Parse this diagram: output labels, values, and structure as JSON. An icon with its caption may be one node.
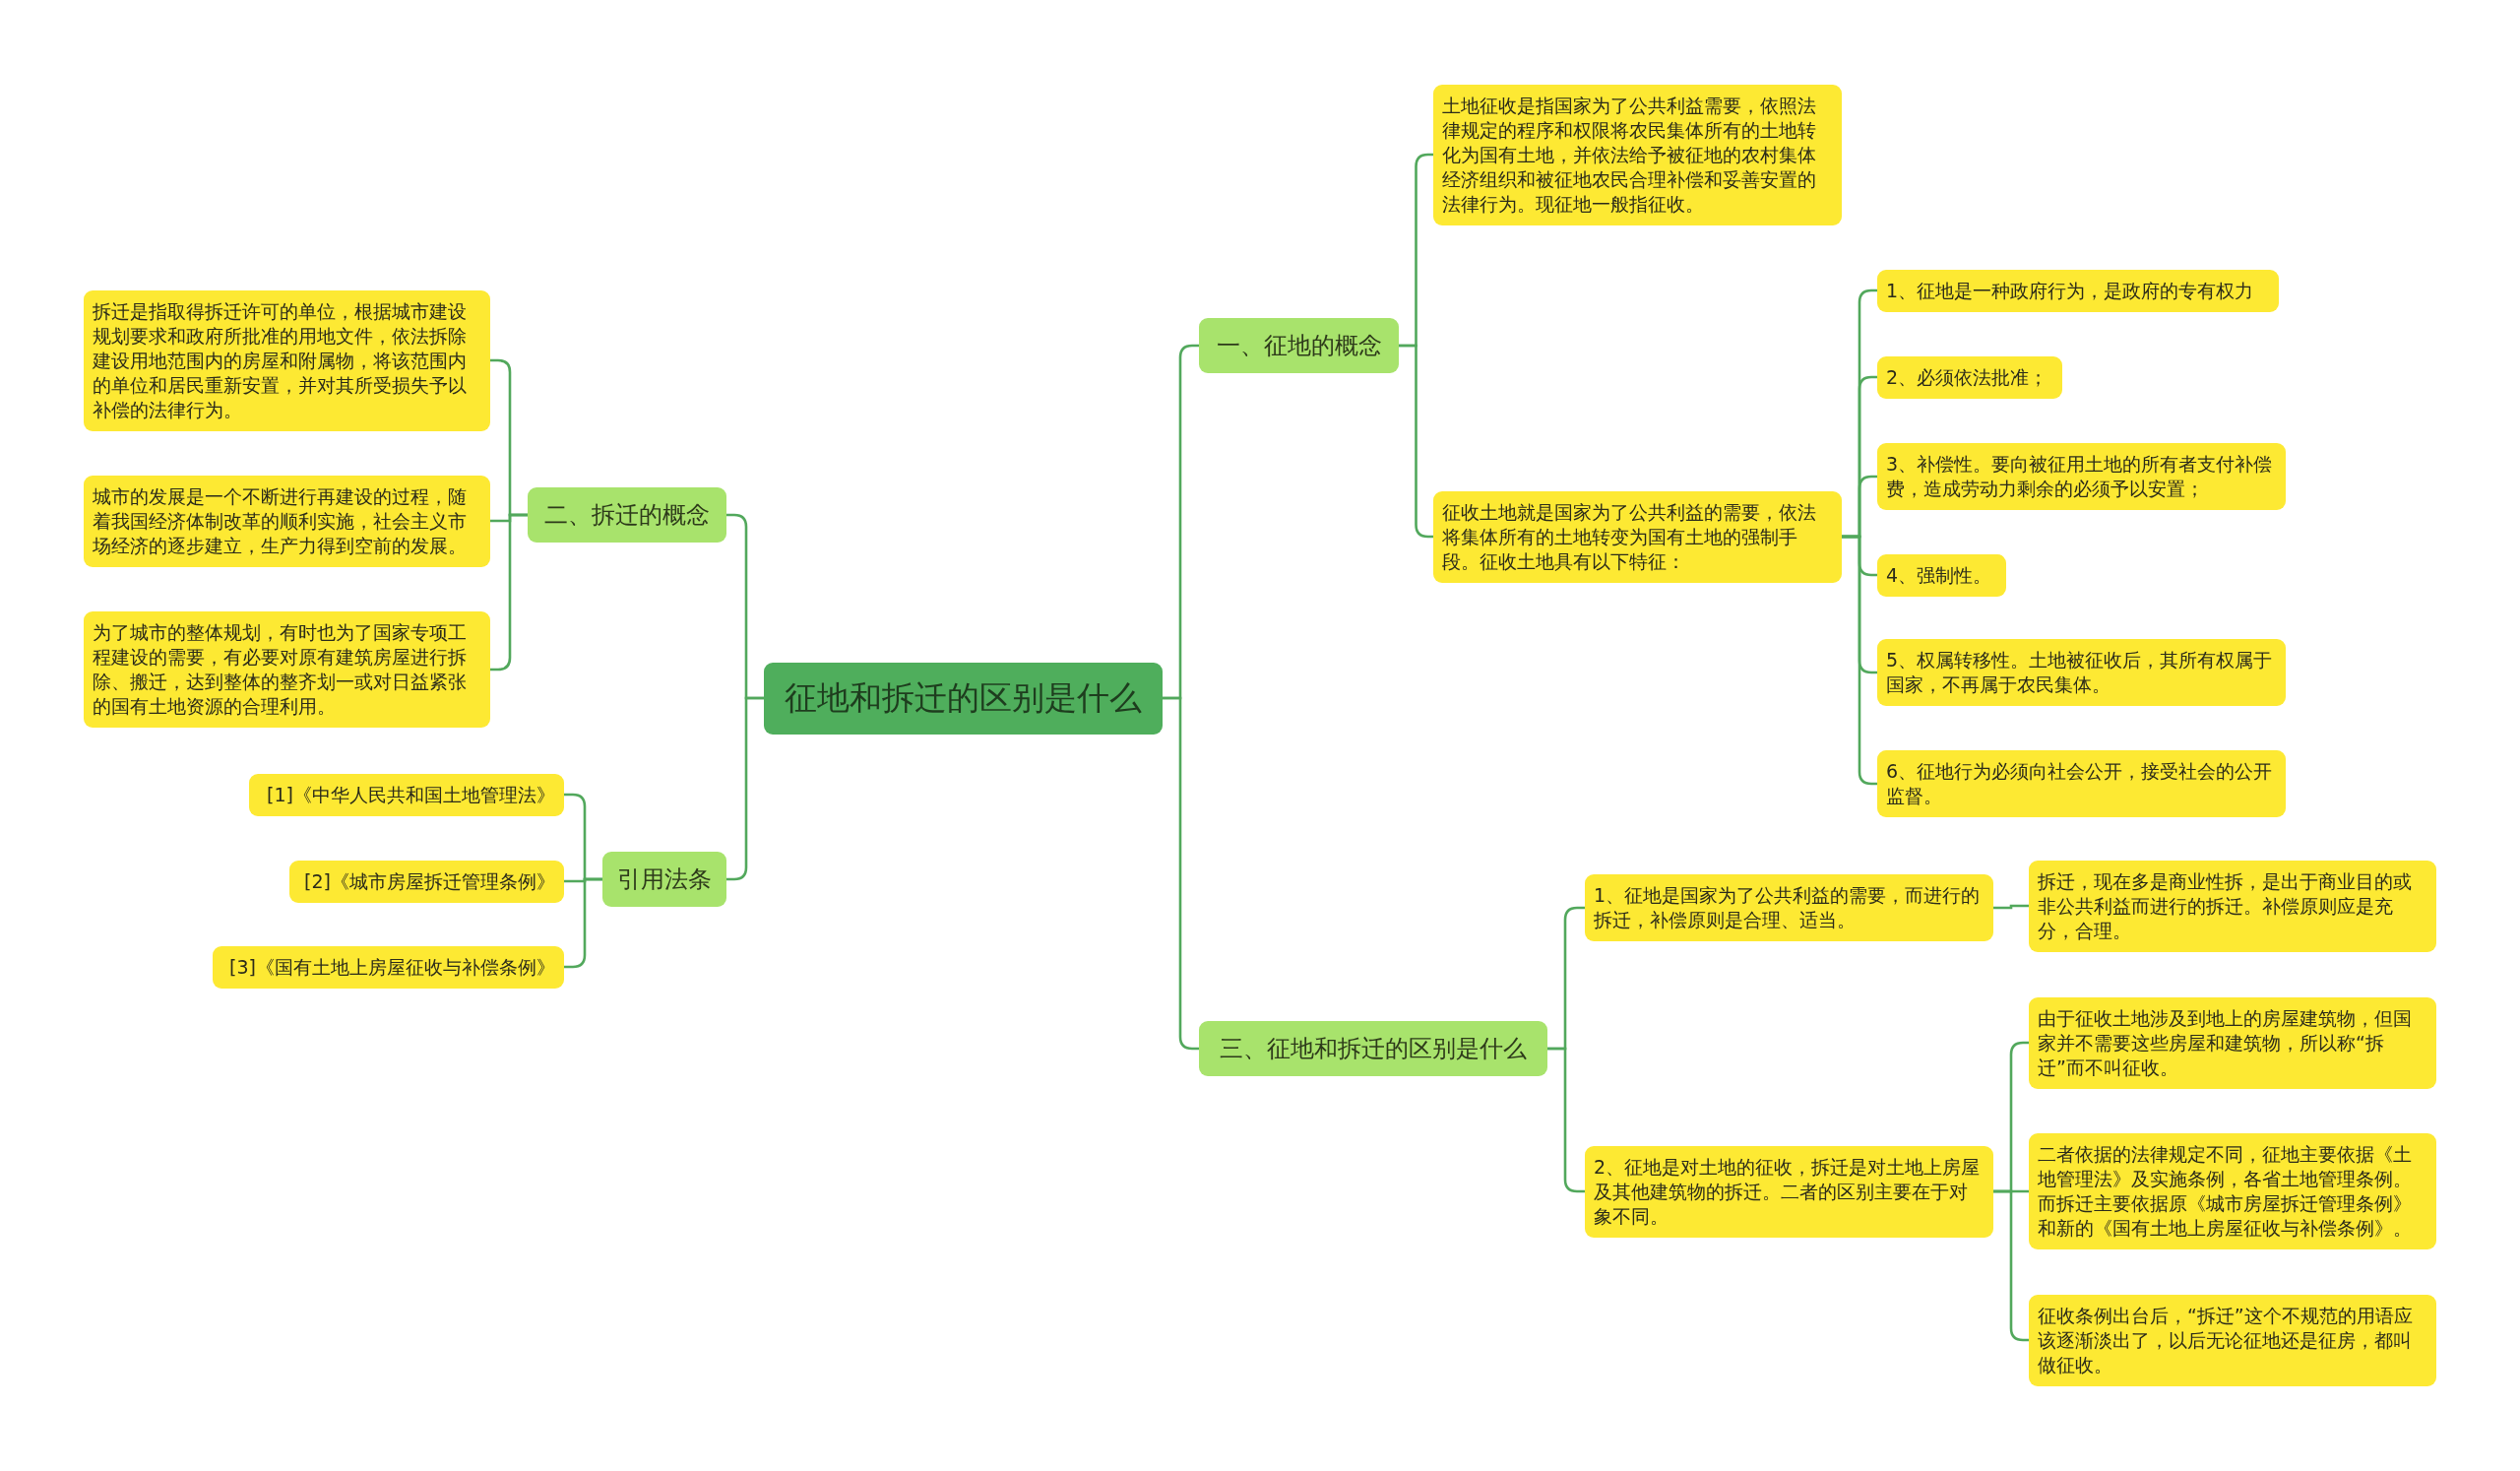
{
  "diagram": {
    "nodes": [
      {
        "text": [
          "征地和拆迁的区别是什么"
        ]
      },
      {
        "text": [
          "一、征地的概念"
        ]
      },
      {
        "text": [
          "土地征收是指国家为了公共利益需要，依照法律规定的程序和权限将农民集体所有的土地转化为国有土地，并依法给予被征地的农村集体经济组织和被征地农民合理补偿和妥善安置的法律行为。现征地一般指征收。"
        ]
      },
      {
        "text": [
          "征收土地就是国家为了公共利益的需要，依法将集体所有的土地转变为国有土地的强制手段。征收土地具有以下特征："
        ]
      },
      {
        "text": [
          "1、征地是一种政府行为，是政府的专有权力"
        ]
      },
      {
        "text": [
          "2、必须依法批准；"
        ]
      },
      {
        "text": [
          "3、补偿性。要向被征用土地的所有者支付补偿费，造成劳动力剩余的必须予以安置；"
        ]
      },
      {
        "text": [
          "4、强制性。"
        ]
      },
      {
        "text": [
          "5、权属转移性。土地被征收后，其所有权属于国家，不再属于农民集体。"
        ]
      },
      {
        "text": [
          "6、征地行为必须向社会公开，接受社会的公开监督。"
        ]
      },
      {
        "text": [
          "三、征地和拆迁的区别是什么"
        ]
      },
      {
        "text": [
          "1、征地是国家为了公共利益的需要，而进行的拆迁，补偿原则是合理、适当。"
        ]
      },
      {
        "text": [
          "拆迁，现在多是商业性拆，是出于商业目的或非公共利益而进行的拆迁。补偿原则应是充分，合理。"
        ]
      },
      {
        "text": [
          "2、征地是对土地的征收，拆迁是对土地上房屋及其他建筑物的拆迁。二者的区别主要在于对象不同。"
        ]
      },
      {
        "text": [
          "由于征收土地涉及到地上的房屋建筑物，但国家并不需要这些房屋和建筑物，所以称“拆迁”而不叫征收。"
        ]
      },
      {
        "text": [
          "二者依据的法律规定不同，征地主要依据《土地管理法》及实施条例，各省土地管理条例。而拆迁主要依据原《城市房屋拆迁管理条例》和新的《国有土地上房屋征收与补偿条例》。"
        ]
      },
      {
        "text": [
          "征收条例出台后，“拆迁”这个不规范的用语应该逐渐淡出了，以后无论征地还是征房，都叫做征收。"
        ]
      },
      {
        "text": [
          "二、拆迁的概念"
        ]
      },
      {
        "text": [
          "拆迁是指取得拆迁许可的单位，根据城市建设规划要求和政府所批准的用地文件，依法拆除建设用地范围内的房屋和附属物，将该范围内的单位和居民重新安置，并对其所受损失予以补偿的法律行为。"
        ]
      },
      {
        "text": [
          "城市的发展是一个不断进行再建设的过程，随着我国经济体制改革的顺利实施，社会主义市场经济的逐步建立，生产力得到空前的发展。"
        ]
      },
      {
        "text": [
          "为了城市的整体规划，有时也为了国家专项工程建设的需要，有必要对原有建筑房屋进行拆除、搬迁，达到整体的整齐划一或对日益紧张的国有土地资源的合理利用。"
        ]
      },
      {
        "text": [
          "引用法条"
        ]
      },
      {
        "text": [
          "[1]《中华人民共和国土地管理法》"
        ]
      },
      {
        "text": [
          "[2]《城市房屋拆迁管理条例》"
        ]
      },
      {
        "text": [
          "[3]《国有土地上房屋征收与补偿条例》"
        ]
      }
    ],
    "edges": [
      {
        "from": 0,
        "to": 1,
        "arrow": "none"
      },
      {
        "from": 1,
        "to": 2,
        "arrow": "none"
      },
      {
        "from": 1,
        "to": 3,
        "arrow": "none"
      },
      {
        "from": 3,
        "to": 4,
        "arrow": "none"
      },
      {
        "from": 3,
        "to": 5,
        "arrow": "none"
      },
      {
        "from": 3,
        "to": 6,
        "arrow": "none"
      },
      {
        "from": 3,
        "to": 7,
        "arrow": "none"
      },
      {
        "from": 3,
        "to": 8,
        "arrow": "none"
      },
      {
        "from": 3,
        "to": 9,
        "arrow": "none"
      },
      {
        "from": 0,
        "to": 10,
        "arrow": "none"
      },
      {
        "from": 10,
        "to": 11,
        "arrow": "none"
      },
      {
        "from": 11,
        "to": 12,
        "arrow": "none"
      },
      {
        "from": 10,
        "to": 13,
        "arrow": "none"
      },
      {
        "from": 13,
        "to": 14,
        "arrow": "none"
      },
      {
        "from": 13,
        "to": 15,
        "arrow": "none"
      },
      {
        "from": 13,
        "to": 16,
        "arrow": "none"
      },
      {
        "from": 0,
        "to": 17,
        "arrow": "none"
      },
      {
        "from": 17,
        "to": 18,
        "arrow": "none"
      },
      {
        "from": 17,
        "to": 19,
        "arrow": "none"
      },
      {
        "from": 17,
        "to": 20,
        "arrow": "none"
      },
      {
        "from": 0,
        "to": 21,
        "arrow": "none"
      },
      {
        "from": 21,
        "to": 22,
        "arrow": "none"
      },
      {
        "from": 21,
        "to": 23,
        "arrow": "none"
      },
      {
        "from": 21,
        "to": 24,
        "arrow": "none"
      }
    ]
  }
}
